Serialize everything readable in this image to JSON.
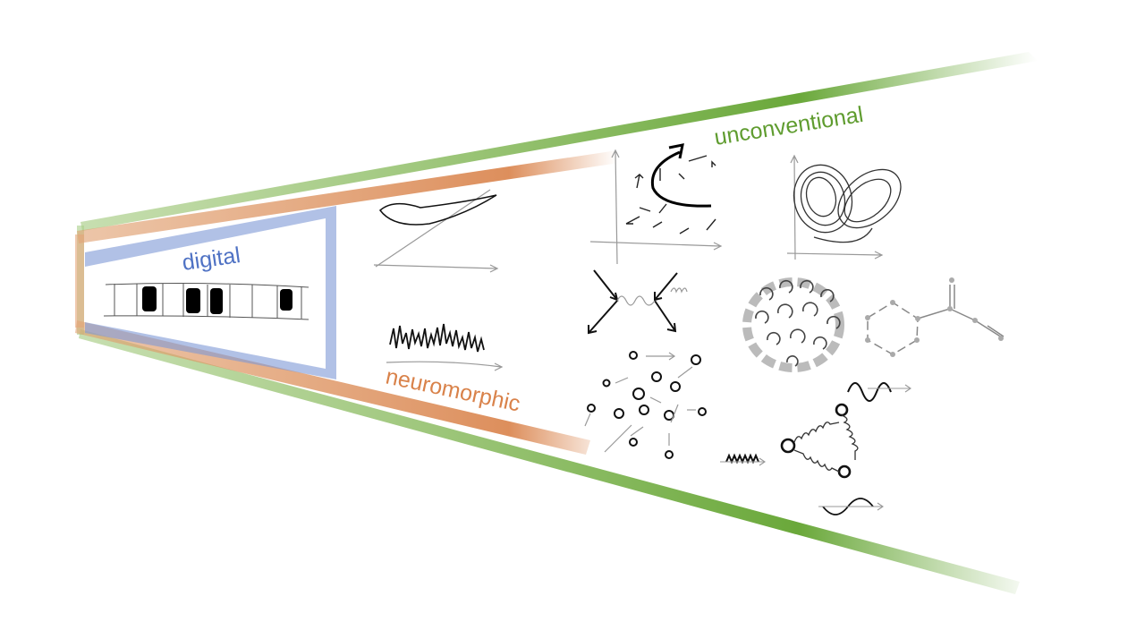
{
  "labels": {
    "digital": "digital",
    "neuromorphic": "neuromorphic",
    "unconventional": "unconventional"
  },
  "colors": {
    "digital": "#4f72c4",
    "neuromorphic": "#d9824a",
    "unconventional": "#5f9c2f",
    "sketch": "#111111",
    "sketch_light": "#999999"
  }
}
